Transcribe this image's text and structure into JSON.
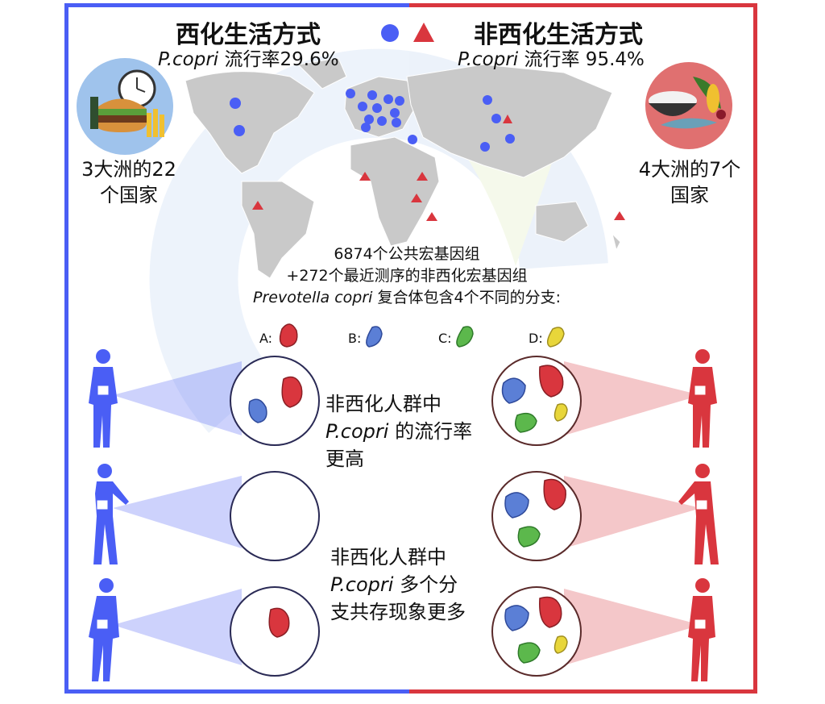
{
  "left": {
    "title": "西化生活方式",
    "prevalence_species": "P.copri",
    "prevalence_label": " 流行率29.6%",
    "countries_line1": "3大洲的22",
    "countries_line2": "个国家",
    "color": "#4a5ef5"
  },
  "right": {
    "title": "非西化生活方式",
    "prevalence_species": "P.copri",
    "prevalence_label": " 流行率 95.4%",
    "countries_line1": "4大洲的7个",
    "countries_line2": "国家",
    "color": "#d9363e"
  },
  "center": {
    "line1": "6874个公共宏基因组",
    "line2": "+272个最近测序的非西化宏基因组",
    "line3_species": "Prevotella copri",
    "line3_rest": " 复合体包含4个不同的分支:"
  },
  "clades": [
    {
      "label": "A:",
      "color": "#d9363e"
    },
    {
      "label": "B:",
      "color": "#5b7fd6"
    },
    {
      "label": "C:",
      "color": "#5cb84c"
    },
    {
      "label": "D:",
      "color": "#e8d63a"
    }
  ],
  "callout1": {
    "line1": "非西化人群中",
    "line2_species": "P.copri",
    "line2_rest": " 的流行率",
    "line3": "更高"
  },
  "callout2": {
    "line1": "非西化人群中",
    "line2_species": "P.copri",
    "line2_rest": " 多个分",
    "line3": "支共存现象更多"
  },
  "icons": [
    "blue-dot-legend-icon",
    "red-triangle-legend-icon",
    "fast-food-icon",
    "traditional-food-icon",
    "person-icon"
  ]
}
